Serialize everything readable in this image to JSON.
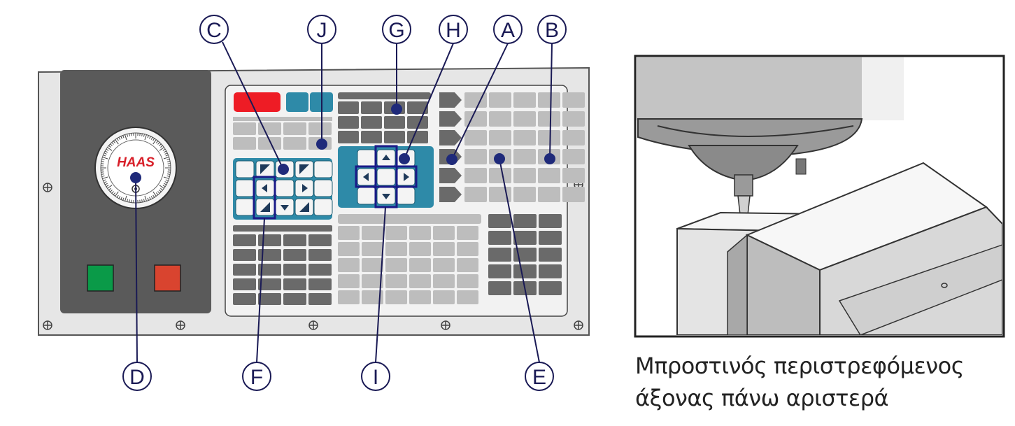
{
  "panel": {
    "brand_logo": "HAAS",
    "callouts": [
      {
        "id": "A",
        "label": "A"
      },
      {
        "id": "B",
        "label": "B"
      },
      {
        "id": "C",
        "label": "C"
      },
      {
        "id": "D",
        "label": "D"
      },
      {
        "id": "E",
        "label": "E"
      },
      {
        "id": "F",
        "label": "F"
      },
      {
        "id": "G",
        "label": "G"
      },
      {
        "id": "H",
        "label": "H"
      },
      {
        "id": "I",
        "label": "I"
      },
      {
        "id": "J",
        "label": "J"
      }
    ]
  },
  "illustration": {
    "caption_line1": "Μπροστινός περιστρεφόμενος",
    "caption_line2": "άξονας πάνω αριστερά"
  },
  "colors": {
    "callout": "#1a1a55",
    "dot": "#1f2a7a",
    "key_dark": "#6a6a6a",
    "key_light": "#bdbdbd",
    "cursor_blue": "#2e8aa8",
    "red_key": "#ee1c25",
    "green_button": "#0a9a48",
    "stop_button": "#d9442f"
  }
}
